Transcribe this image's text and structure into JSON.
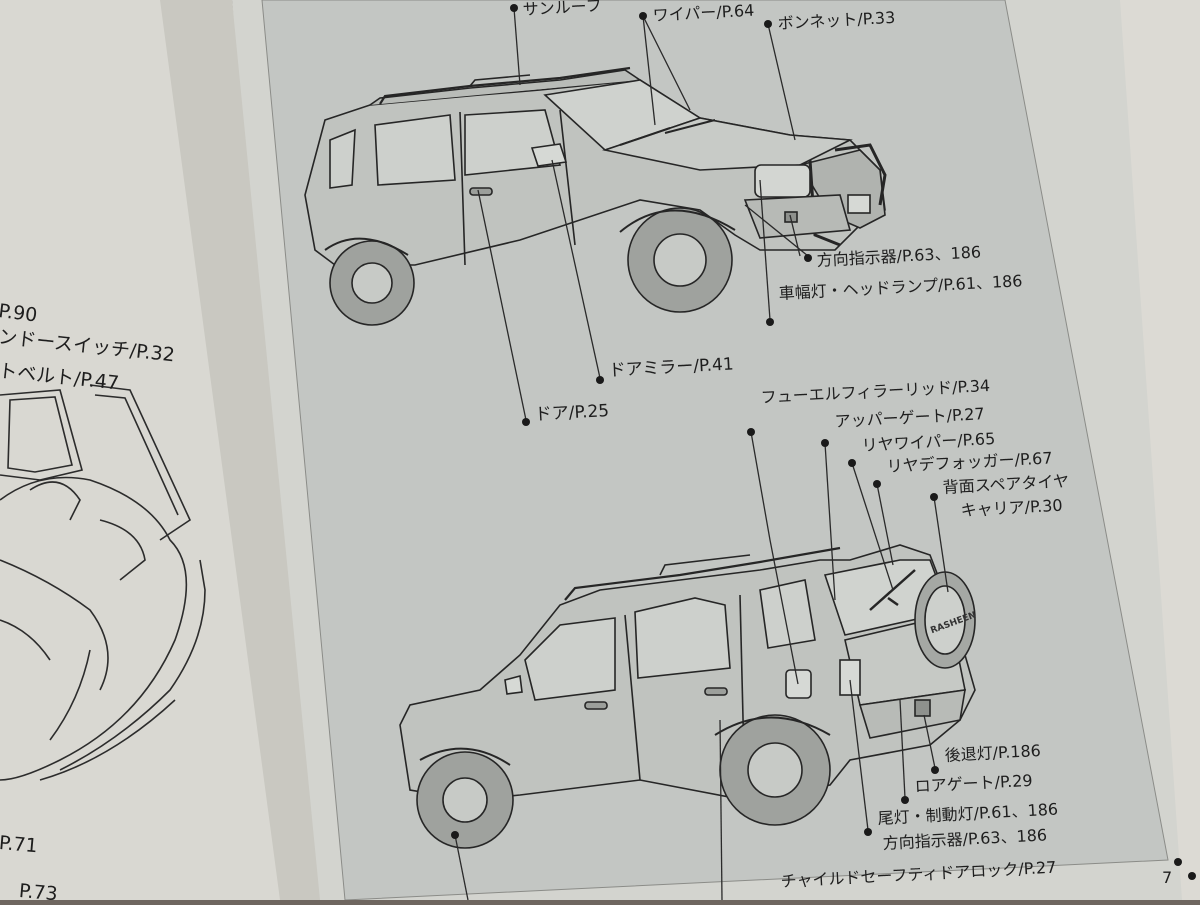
{
  "left_page": {
    "labels": [
      {
        "id": "l1",
        "text": "P.90"
      },
      {
        "id": "l2",
        "text": "ンドースイッチ/P.32"
      },
      {
        "id": "l3",
        "text": "トベルト/P.47"
      },
      {
        "id": "l4",
        "text": "P.71"
      },
      {
        "id": "l5",
        "text": "P.73"
      }
    ]
  },
  "front_view": {
    "labels": [
      {
        "id": "f1",
        "text": "サンルーフ"
      },
      {
        "id": "f2",
        "text": "ワイパー/P.64"
      },
      {
        "id": "f3",
        "text": "ボンネット/P.33"
      },
      {
        "id": "f4",
        "text": "方向指示器/P.63、186"
      },
      {
        "id": "f5",
        "text": "車幅灯・ヘッドランプ/P.61、186"
      },
      {
        "id": "f6",
        "text": "ドアミラー/P.41"
      },
      {
        "id": "f7",
        "text": "ドア/P.25"
      }
    ]
  },
  "rear_view": {
    "labels": [
      {
        "id": "r1",
        "text": "フューエルフィラーリッド/P.34"
      },
      {
        "id": "r2",
        "text": "アッパーゲート/P.27"
      },
      {
        "id": "r3",
        "text": "リヤワイパー/P.65"
      },
      {
        "id": "r4",
        "text": "リヤデフォッガー/P.67"
      },
      {
        "id": "r5a",
        "text": "背面スペアタイヤ"
      },
      {
        "id": "r5b",
        "text": "キャリア/P.30"
      },
      {
        "id": "r6",
        "text": "後退灯/P.186"
      },
      {
        "id": "r7",
        "text": "ロアゲート/P.29"
      },
      {
        "id": "r8",
        "text": "尾灯・制動灯/P.61、186"
      },
      {
        "id": "r9",
        "text": "方向指示器/P.63、186"
      },
      {
        "id": "r10",
        "text": "チャイルドセーフティドアロック/P.27"
      }
    ],
    "spare_tire_text": "RASHEEN"
  },
  "page_number": "7",
  "colors": {
    "paper": "#cfd0cb",
    "panel": "#c2c5c2",
    "ink": "#1e1e1e"
  }
}
